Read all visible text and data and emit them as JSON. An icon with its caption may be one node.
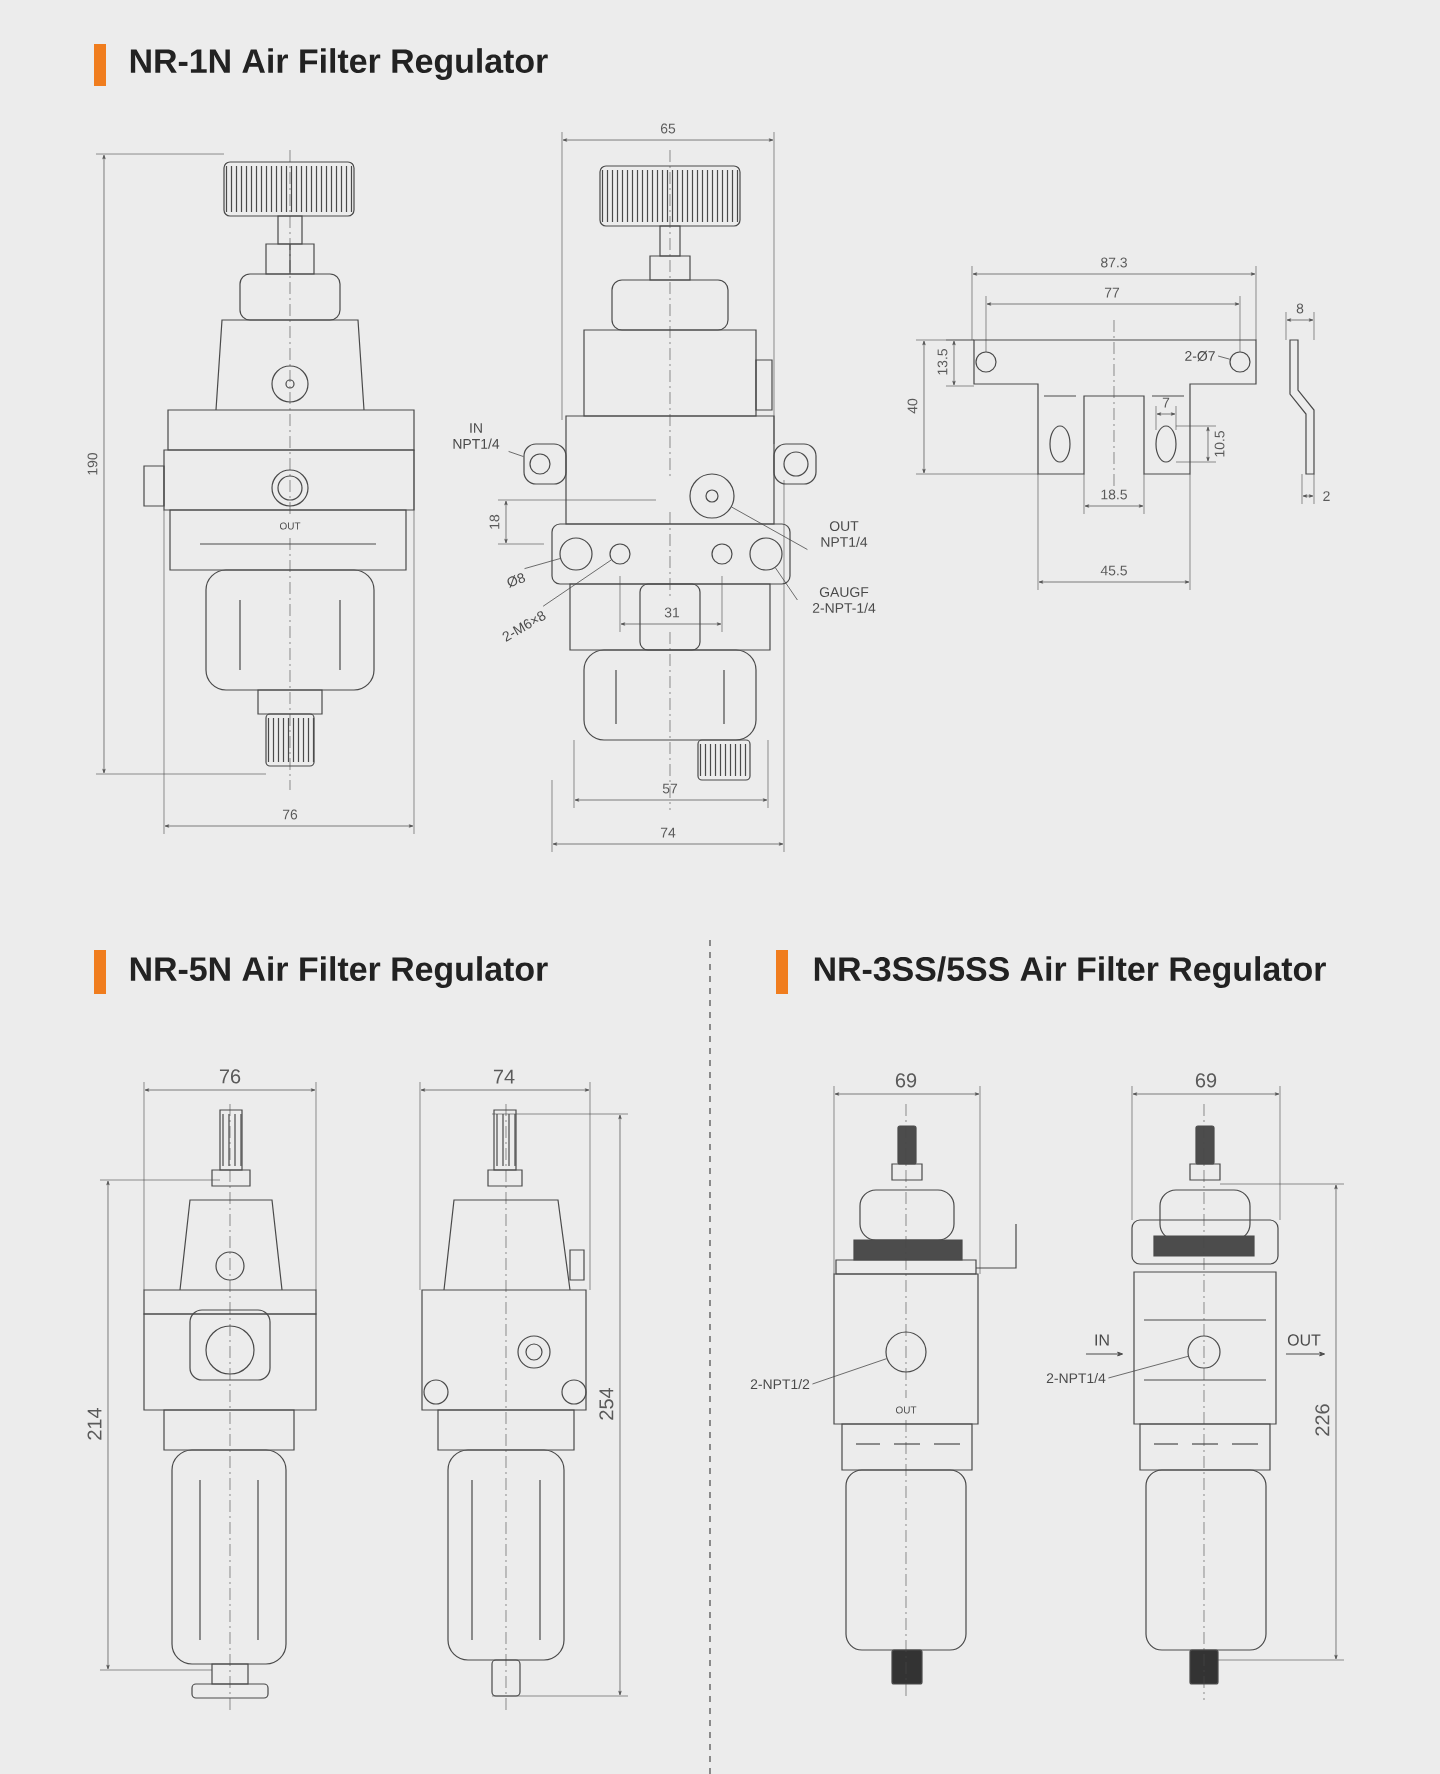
{
  "diagram": {
    "nodes": [
      {
        "text": [
          "IN NPT1/4"
        ]
      },
      {
        "text": [
          "OUT NPT1/4"
        ]
      },
      {
        "text": [
          "GAUGF 2-NPT-1/4"
        ]
      },
      {
        "text": [
          "Ø8"
        ]
      },
      {
        "text": [
          "2-M6×8"
        ]
      },
      {
        "text": [
          "2-Ø7"
        ]
      },
      {
        "text": [
          "2-NPT1/2"
        ]
      },
      {
        "text": [
          "2-NPT1/4"
        ]
      },
      {
        "text": [],
        "shape": "box"
      },
      {
        "text": [],
        "shape": "circle"
      },
      {
        "text": [],
        "shape": "circle"
      },
      {
        "text": [],
        "shape": "circle"
      },
      {
        "text": [],
        "shape": "circle"
      },
      {
        "text": [],
        "shape": "circle"
      },
      {
        "text": [],
        "shape": "circle"
      },
      {
        "text": [],
        "shape": "circle"
      }
    ],
    "edges": [
      {
        "from": 0,
        "to": 8,
        "arrow": "none"
      },
      {
        "from": 1,
        "to": 10,
        "arrow": "none"
      },
      {
        "from": 2,
        "to": 12,
        "arrow": "none"
      },
      {
        "from": 3,
        "to": 11,
        "arrow": "none"
      },
      {
        "from": 4,
        "to": 9,
        "arrow": "none"
      },
      {
        "from": 5,
        "to": 13,
        "arrow": "none"
      },
      {
        "from": 6,
        "to": 14,
        "arrow": "none"
      },
      {
        "from": 7,
        "to": 15,
        "arrow": "none"
      }
    ],
    "labels": [
      "NR-1N  Air Filter Regulator",
      "65",
      "87.3",
      "77",
      "8",
      "13.5",
      "40",
      "7",
      "10.5",
      "18.5",
      "2",
      "45.5",
      "190",
      "OUT",
      "18",
      "31",
      "57",
      "76",
      "74",
      "NR-5N  Air Filter Regulator",
      "NR-3SS/5SS  Air Filter Regulator",
      "76",
      "74",
      "69",
      "69",
      "214",
      "254",
      "226",
      "IN",
      "OUT",
      "OUT"
    ]
  }
}
